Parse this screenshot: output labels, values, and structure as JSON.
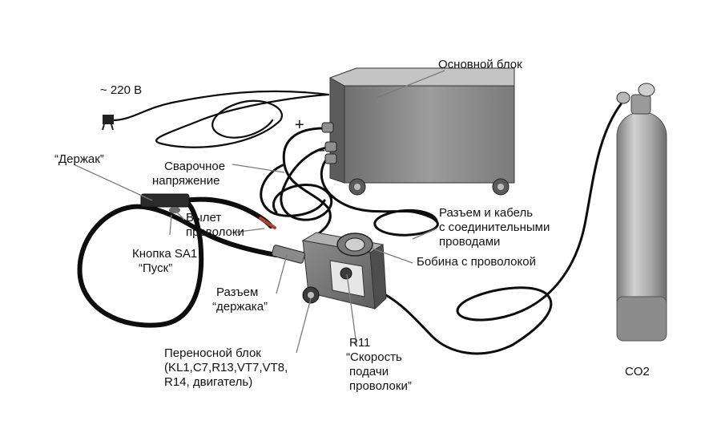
{
  "labels": {
    "mains": "~ 220 В",
    "main_unit": "Основной блок",
    "plus": "+",
    "minus": "–",
    "holder": "“Держак”",
    "welding_voltage": [
      "Сварочное",
      "напряжение"
    ],
    "wire_stickout": [
      "Вылет",
      "проволоки"
    ],
    "start_button": [
      "Кнопка SA1",
      "“Пуск”"
    ],
    "connector_cable": [
      "Разъем и кабель",
      "с соединительными",
      "проводами"
    ],
    "spool": "Бобина  с проволокой",
    "holder_connector": [
      "Разъем",
      "“держака”"
    ],
    "portable_unit": [
      "Переносной блок",
      "(KL1,C7,R13,VT7,VT8,",
      "R14, двигатель)"
    ],
    "speed_pot": [
      "R11",
      "“Скорость",
      "подачи",
      "проволоки”"
    ],
    "co2": "CO2"
  },
  "colors": {
    "cable": "#0d0d0d",
    "box_front": "#8a8a8a",
    "box_top": "#c4c4c4",
    "box_side": "#5c5c5c",
    "cylinder": "#a8a8a8",
    "wire_tip": "#b0402f"
  }
}
